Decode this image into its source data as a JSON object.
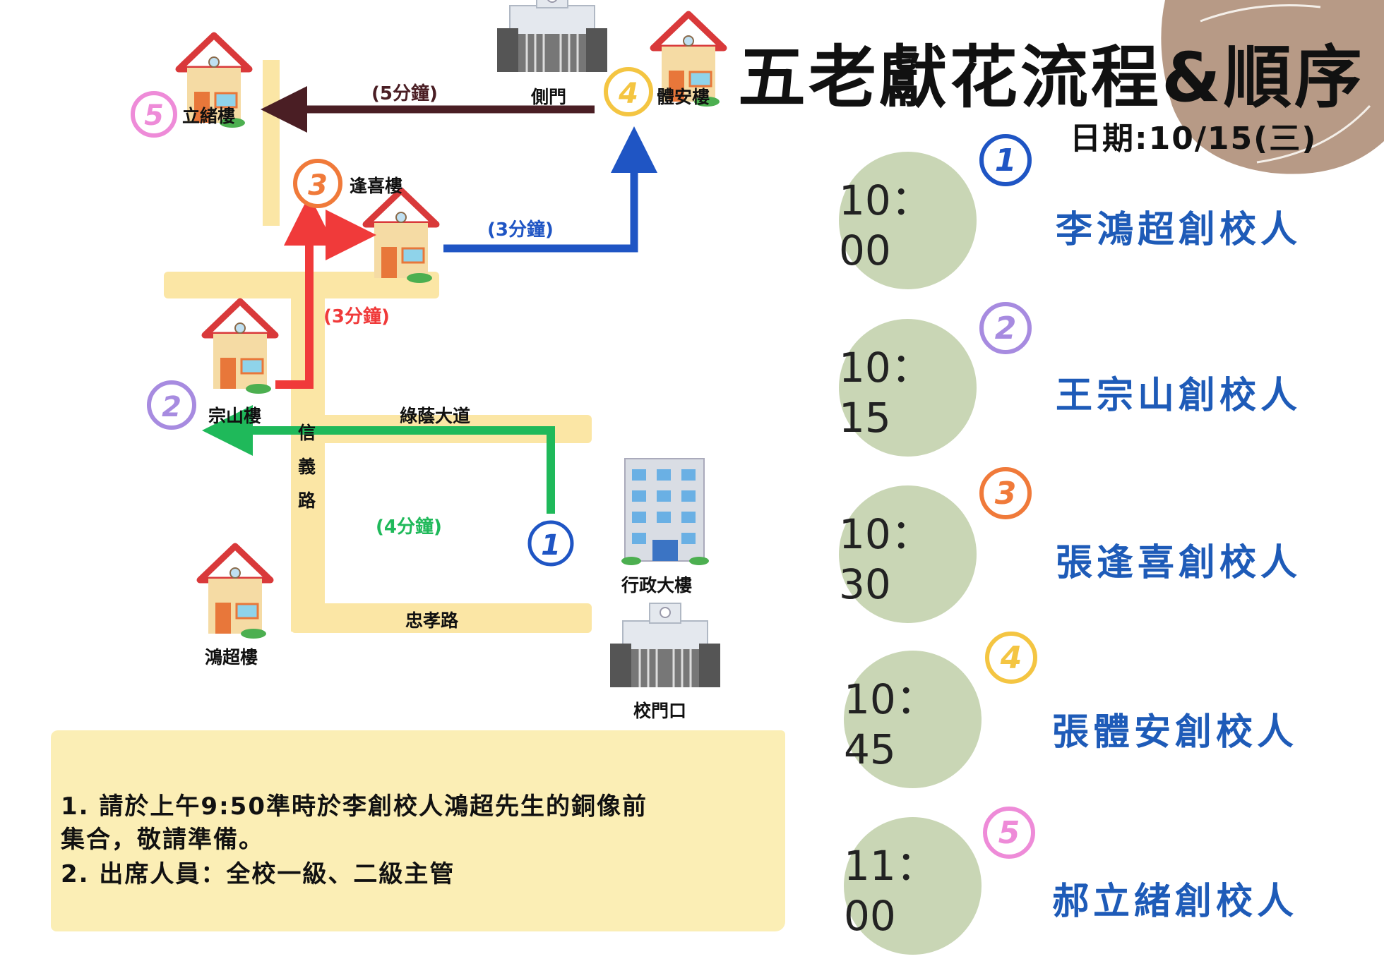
{
  "title": "五老獻花流程&順序",
  "date": "日期:10/15(三)",
  "map": {
    "buildings": {
      "lixu": "立緒樓",
      "fengxi": "逢喜樓",
      "zongshan": "宗山樓",
      "hongchao": "鴻超樓",
      "tian": "體安樓",
      "side_gate": "側門",
      "admin": "行政大樓",
      "school_gate": "校門口"
    },
    "roads": {
      "xinyi": [
        "信",
        "義",
        "路"
      ],
      "lvyin": "綠蔭大道",
      "zhongxiao": "忠孝路"
    },
    "durations": {
      "leg1": "(4分鐘)",
      "leg2": "(3分鐘)",
      "leg3": "(3分鐘)",
      "leg4": "(5分鐘)"
    },
    "stops": [
      "1",
      "2",
      "3",
      "4",
      "5"
    ]
  },
  "schedule": [
    {
      "num": "1",
      "time": "10：00",
      "name": "李鴻超創校人",
      "color": "#1f55c4"
    },
    {
      "num": "2",
      "time": "10：15",
      "name": "王宗山創校人",
      "color": "#a78be0"
    },
    {
      "num": "3",
      "time": "10：30",
      "name": "張逢喜創校人",
      "color": "#f07a3a"
    },
    {
      "num": "4",
      "time": "10：45",
      "name": "張體安創校人",
      "color": "#f4c542"
    },
    {
      "num": "5",
      "time": "11：00",
      "name": "郝立緒創校人",
      "color": "#ee8bd8"
    }
  ],
  "notes": {
    "line1": "1. 請於上午9:50準時於李創校人鴻超先生的銅像前",
    "line2": "集合，敬請準備。",
    "line3": "2. 出席人員：全校一級、二級主管"
  },
  "colors": {
    "leg1": "#1fb95a",
    "leg2": "#f03a3a",
    "leg3": "#1f55c4",
    "leg4": "#4a1e24",
    "road": "#fbe6a5",
    "circle": "#c9d6b5",
    "name": "#1e5bb8"
  }
}
